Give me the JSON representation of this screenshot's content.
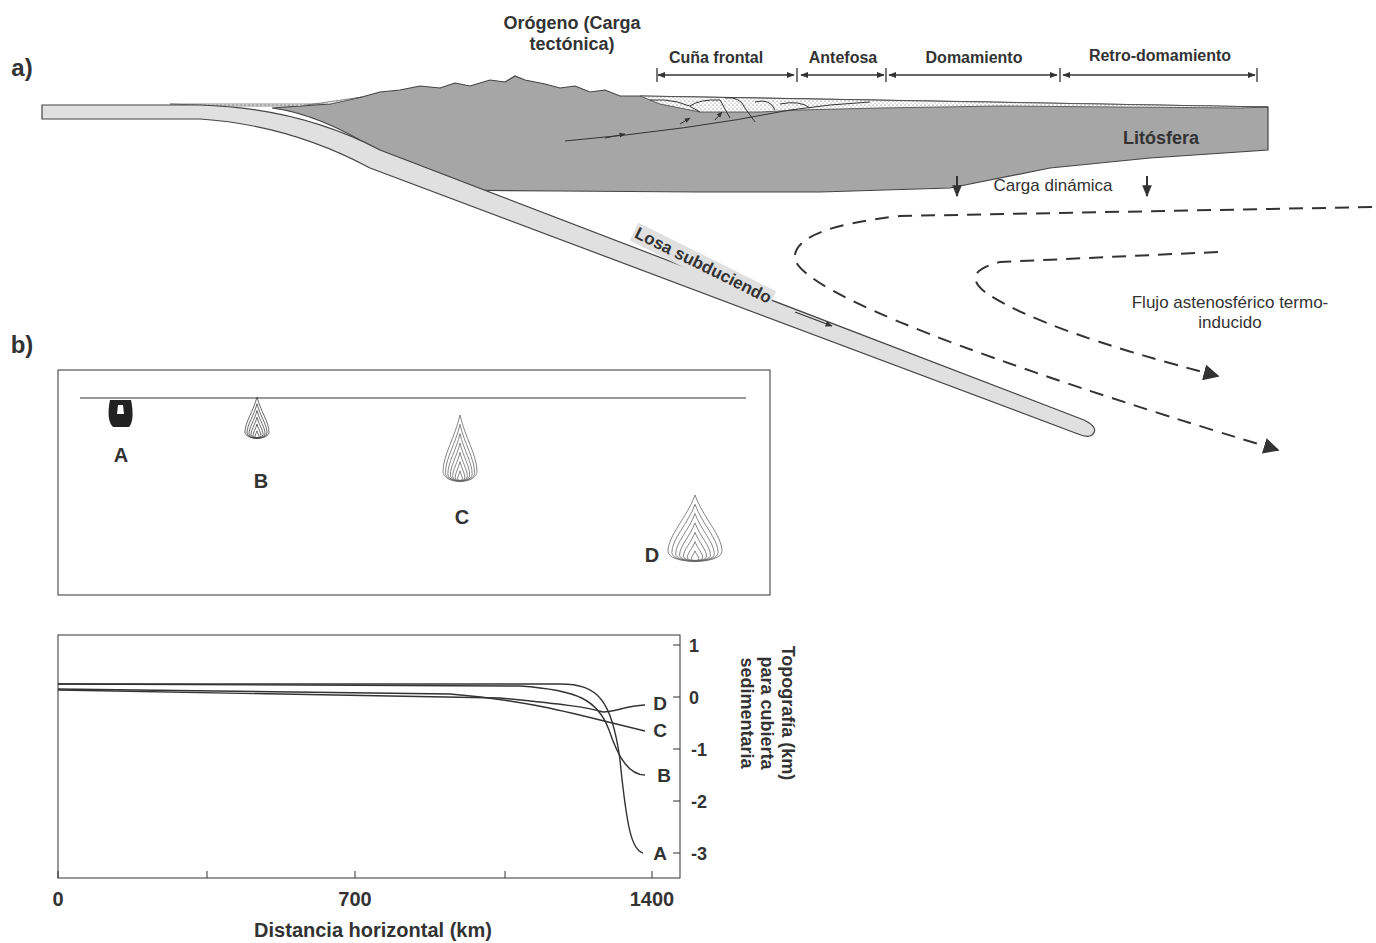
{
  "diagram": {
    "labels": [
      "a)",
      "b)",
      "Orógeno (Carga tectónica)",
      "Cuña frontal",
      "Antefosa",
      "Domamiento",
      "Retro-domamiento",
      "Litósfera",
      "Carga dinámica",
      "Losa subduciendo",
      "Flujo astenosférico termo-inducido",
      "A",
      "B",
      "C",
      "D",
      "D",
      "C",
      "B",
      "A",
      "1",
      "0",
      "-1",
      "-2",
      "-3",
      "0",
      "700",
      "1400",
      "Distancia horizontal (km)",
      "Topografía (km) para cubierta sedimentaria"
    ]
  }
}
